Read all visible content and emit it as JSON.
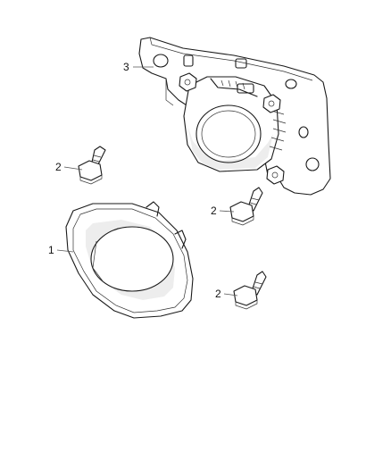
{
  "diagram": {
    "callouts": [
      {
        "id": "c3",
        "label": "3"
      },
      {
        "id": "c2a",
        "label": "2"
      },
      {
        "id": "c2b",
        "label": "2"
      },
      {
        "id": "c1",
        "label": "1"
      },
      {
        "id": "c2c",
        "label": "2"
      }
    ],
    "parts": [
      {
        "ref": "1",
        "name": "bezel"
      },
      {
        "ref": "2",
        "name": "bolt"
      },
      {
        "ref": "3",
        "name": "sensor-with-bracket"
      }
    ]
  }
}
